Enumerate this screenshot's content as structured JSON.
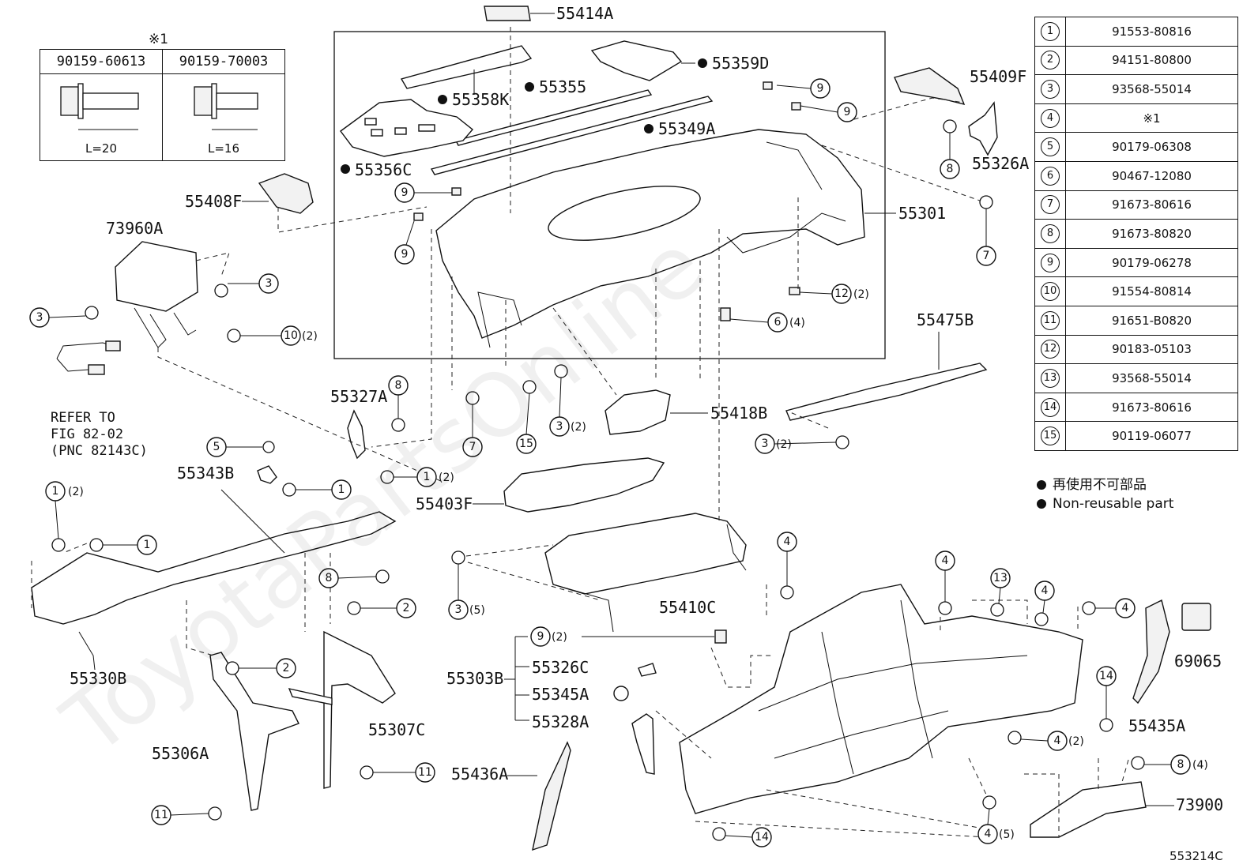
{
  "inset": {
    "note_label": "※1",
    "bolts": [
      {
        "part": "90159-60613",
        "length": "L=20"
      },
      {
        "part": "90159-70003",
        "length": "L=16"
      }
    ]
  },
  "refer_note": "REFER TO\nFIG 82-02\n(PNC 82143C)",
  "parts_table": [
    {
      "no": "1",
      "part": "91553-80816"
    },
    {
      "no": "2",
      "part": "94151-80800"
    },
    {
      "no": "3",
      "part": "93568-55014"
    },
    {
      "no": "4",
      "part": "※1"
    },
    {
      "no": "5",
      "part": "90179-06308"
    },
    {
      "no": "6",
      "part": "90467-12080"
    },
    {
      "no": "7",
      "part": "91673-80616"
    },
    {
      "no": "8",
      "part": "91673-80820"
    },
    {
      "no": "9",
      "part": "90179-06278"
    },
    {
      "no": "10",
      "part": "91554-80814"
    },
    {
      "no": "11",
      "part": "91651-B0820"
    },
    {
      "no": "12",
      "part": "90183-05103"
    },
    {
      "no": "13",
      "part": "93568-55014"
    },
    {
      "no": "14",
      "part": "91673-80616"
    },
    {
      "no": "15",
      "part": "90119-06077"
    }
  ],
  "legend": {
    "non_reusable_ja": "再使用不可部品",
    "non_reusable_en": "Non-reusable part"
  },
  "part_labels": {
    "p55414A": "55414A",
    "p55359D": "55359D",
    "p55409F": "55409F",
    "p55358K": "55358K",
    "p55355": "55355",
    "p55349A": "55349A",
    "p55326A": "55326A",
    "p55356C": "55356C",
    "p55408F": "55408F",
    "p55301": "55301",
    "p73960A": "73960A",
    "p55475B": "55475B",
    "p55327A": "55327A",
    "p55418B": "55418B",
    "p55343B": "55343B",
    "p55403F": "55403F",
    "p55410C": "55410C",
    "p55330B": "55330B",
    "p55303B": "55303B",
    "p55326C": "55326C",
    "p55345A": "55345A",
    "p55328A": "55328A",
    "p55307C": "55307C",
    "p55306A": "55306A",
    "p55436A": "55436A",
    "p69065": "69065",
    "p55435A": "55435A",
    "p73900": "73900"
  },
  "callouts": {
    "c1": {
      "no": "9",
      "qty": ""
    },
    "c2": {
      "no": "9",
      "qty": ""
    },
    "c3": {
      "no": "8",
      "qty": ""
    },
    "c4": {
      "no": "9",
      "qty": ""
    },
    "c5": {
      "no": "9",
      "qty": ""
    },
    "c6": {
      "no": "7",
      "qty": ""
    },
    "c7": {
      "no": "3",
      "qty": ""
    },
    "c8": {
      "no": "3",
      "qty": ""
    },
    "c9": {
      "no": "10",
      "qty": "(2)"
    },
    "c10": {
      "no": "12",
      "qty": "(2)"
    },
    "c11": {
      "no": "6",
      "qty": "(4)"
    },
    "c12": {
      "no": "8",
      "qty": ""
    },
    "c13": {
      "no": "7",
      "qty": ""
    },
    "c14": {
      "no": "15",
      "qty": ""
    },
    "c15": {
      "no": "3",
      "qty": "(2)"
    },
    "c16": {
      "no": "3",
      "qty": "(2)"
    },
    "c17": {
      "no": "5",
      "qty": ""
    },
    "c18": {
      "no": "1",
      "qty": ""
    },
    "c19": {
      "no": "1",
      "qty": "(2)"
    },
    "c20": {
      "no": "1",
      "qty": "(2)"
    },
    "c21": {
      "no": "1",
      "qty": ""
    },
    "c22": {
      "no": "8",
      "qty": ""
    },
    "c23": {
      "no": "2",
      "qty": ""
    },
    "c24": {
      "no": "3",
      "qty": "(5)"
    },
    "c25": {
      "no": "2",
      "qty": ""
    },
    "c26": {
      "no": "9",
      "qty": "(2)"
    },
    "c27": {
      "no": "11",
      "qty": ""
    },
    "c28": {
      "no": "11",
      "qty": ""
    },
    "c29": {
      "no": "4",
      "qty": ""
    },
    "c30": {
      "no": "4",
      "qty": ""
    },
    "c31": {
      "no": "13",
      "qty": ""
    },
    "c32": {
      "no": "4",
      "qty": ""
    },
    "c33": {
      "no": "4",
      "qty": ""
    },
    "c34": {
      "no": "14",
      "qty": ""
    },
    "c35": {
      "no": "4",
      "qty": "(2)"
    },
    "c36": {
      "no": "8",
      "qty": "(4)"
    },
    "c37": {
      "no": "14",
      "qty": ""
    },
    "c38": {
      "no": "4",
      "qty": "(5)"
    }
  },
  "diagram_code": "553214C"
}
